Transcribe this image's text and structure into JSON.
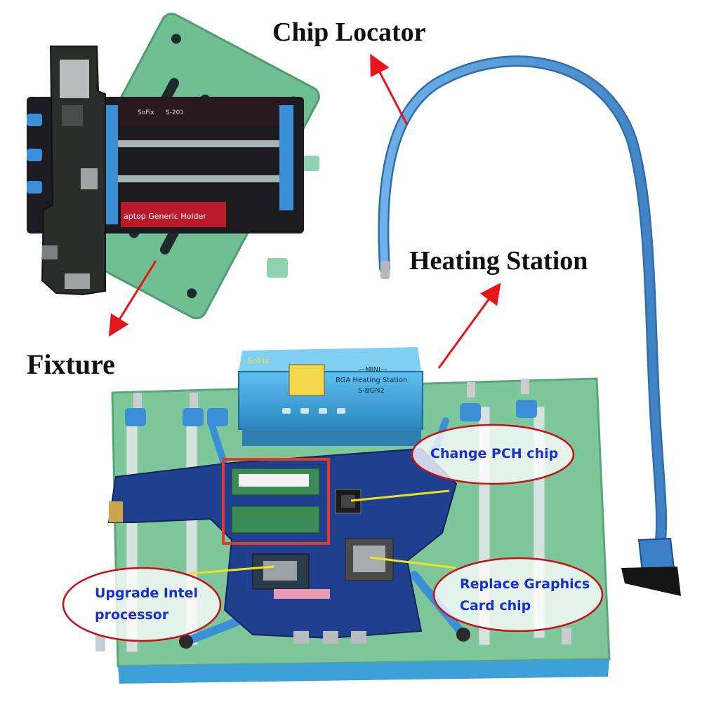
{
  "labels": {
    "chip_locator": "Chip Locator",
    "heating_station": "Heating Station",
    "fixture": "Fixture"
  },
  "callouts": {
    "pch": "Change PCH chip",
    "intel_line1": "Upgrade Intel",
    "intel_line2": "processor",
    "gpu_line1": "Replace Graphics",
    "gpu_line2": "Card chip"
  },
  "fixture_plate": {
    "brand": "SoFix",
    "model": "S-201",
    "holder_text": "aptop Generic Holder"
  },
  "heating_unit": {
    "brand": "SoFix",
    "line1": "—MINI—",
    "line2": "BGA Heating Station",
    "line3": "S-BGN2"
  },
  "colors": {
    "arrow": "#e8141b",
    "callout_border": "#c8101a",
    "callout_text": "#1a2fd0",
    "board_green": "#7ec79a",
    "clamp_blue": "#3a8fd6",
    "pcb_blue": "#1f3f8f",
    "hose_blue": "#4a8fd0"
  }
}
